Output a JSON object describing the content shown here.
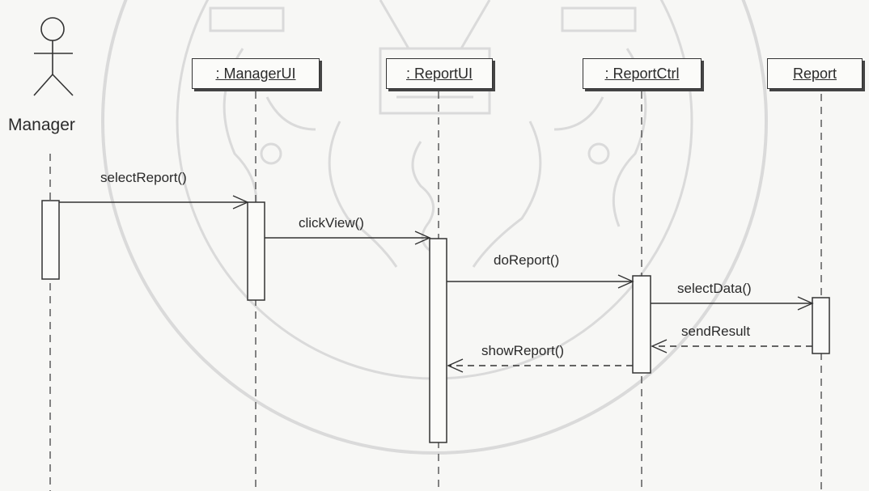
{
  "actor": {
    "name": "Manager"
  },
  "objects": [
    {
      "name": ": ManagerUI"
    },
    {
      "name": ": ReportUI"
    },
    {
      "name": ": ReportCtrl"
    },
    {
      "name": "Report"
    }
  ],
  "messages": [
    {
      "label": "selectReport()",
      "kind": "call"
    },
    {
      "label": "clickView()",
      "kind": "call"
    },
    {
      "label": "doReport()",
      "kind": "call"
    },
    {
      "label": "selectData()",
      "kind": "call"
    },
    {
      "label": "sendResult",
      "kind": "return"
    },
    {
      "label": "showReport()",
      "kind": "return"
    }
  ],
  "colors": {
    "line": "#333333",
    "watermark": "#dcdcdc"
  }
}
